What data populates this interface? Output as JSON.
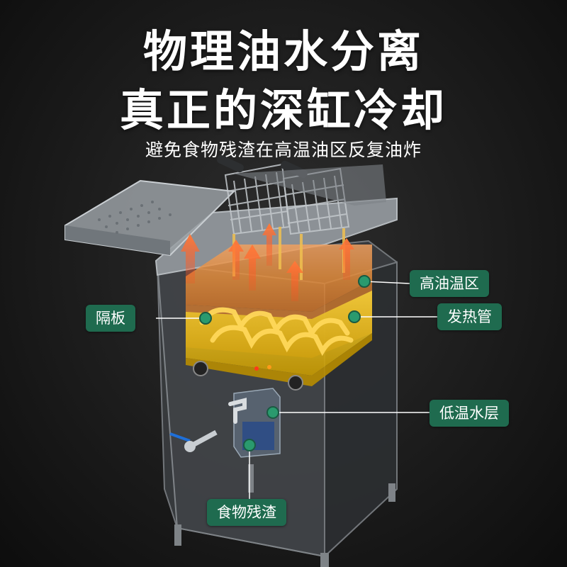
{
  "headline": {
    "line1": "物理油水分离",
    "line2": "真正的深缸冷却"
  },
  "subtitle": "避免食物残渣在高温油区反复油炸",
  "callouts": {
    "high_oil_zone": "高油温区",
    "heating_tube": "发热管",
    "divider": "隔板",
    "low_water_layer": "低温水层",
    "food_residue": "食物残渣"
  },
  "colors": {
    "callout_bg": "#1f6b4f",
    "marker_dot": "#2a9a6e",
    "oil_zone": "#e08a3a",
    "oil_yellow": "#e6b800",
    "heat_arrow": "#ff6a2a",
    "text": "#ffffff"
  }
}
